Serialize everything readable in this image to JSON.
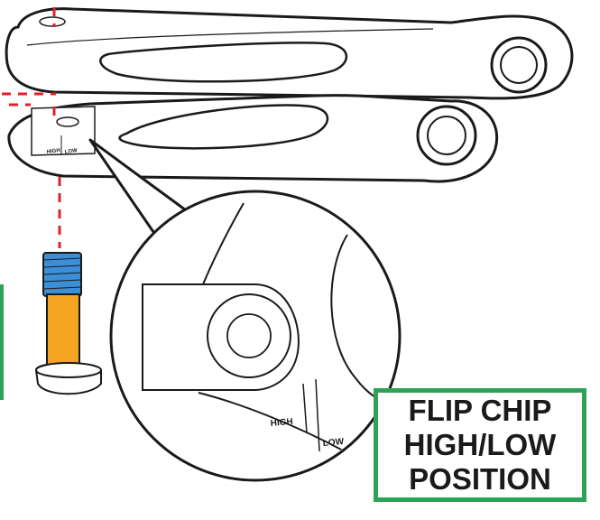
{
  "callout": {
    "line1": "FLIP CHIP",
    "line2": "HIGH/LOW",
    "line3": "POSITION"
  },
  "arm_labels": {
    "high": "HIGH",
    "low": "LOW"
  },
  "zoom_labels": {
    "high": "HIGH",
    "low": "LOW"
  },
  "colors": {
    "outline": "#1a1a1a",
    "guide_dash": "#e0202a",
    "bolt_body": "#f4a623",
    "bolt_thread": "#3a8fd8",
    "bolt_head": "#ffffff",
    "callout_border": "#2ea356"
  }
}
